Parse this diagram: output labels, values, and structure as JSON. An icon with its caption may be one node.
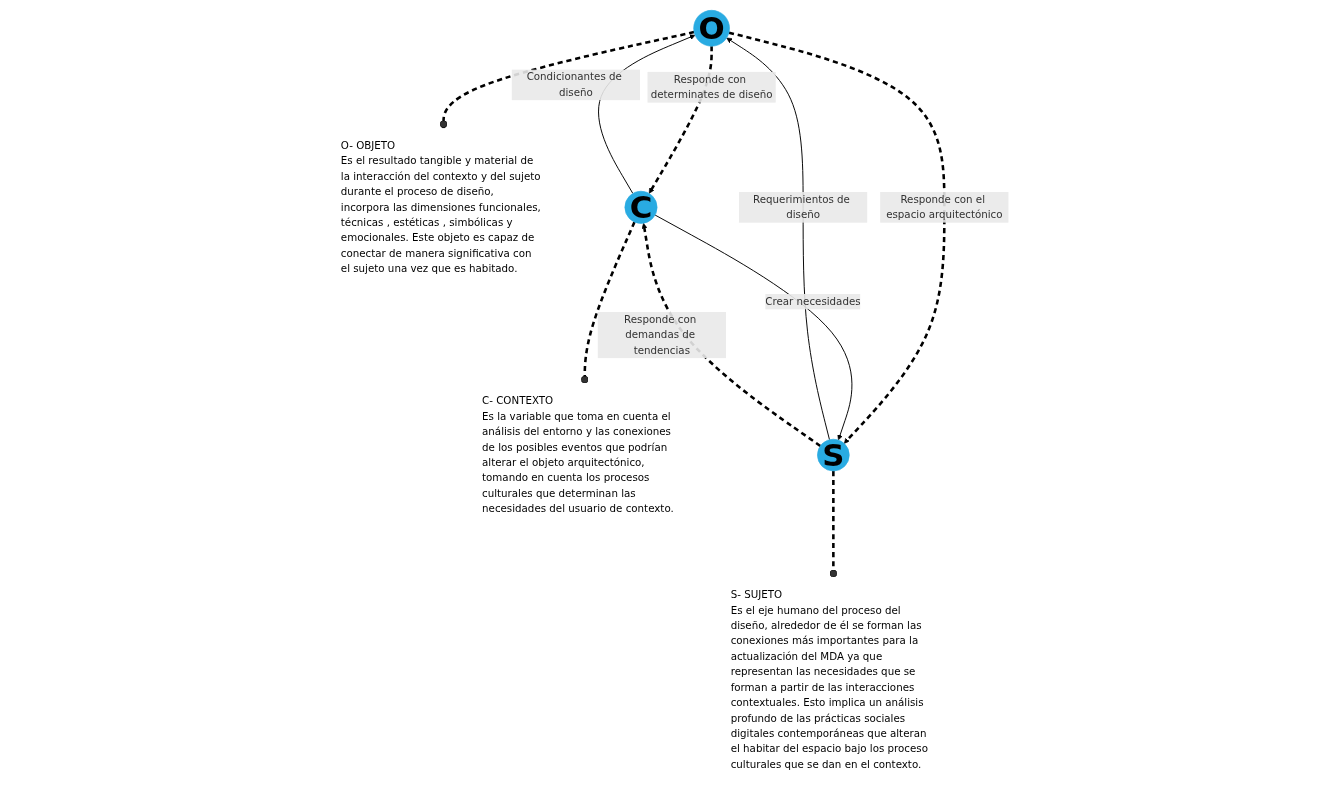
{
  "diagram": {
    "nodes": [
      {
        "text": [
          "O"
        ]
      },
      {
        "text": [
          "O- OBJETO",
          "Es el resultado tangible y material de la interacción del contexto y del sujeto durante el proceso de diseño, incorpora las dimensiones funcionales, técnicas , estéticas , simbólicas y emocionales. Este objeto es capaz de conectar de manera significativa con el sujeto una vez que es habitado."
        ]
      },
      {
        "text": [
          "C"
        ]
      },
      {
        "text": [
          "C- CONTEXTO",
          "Es la variable que toma en cuenta el análisis del entorno y las conexiones de los posibles eventos que podrían alterar el objeto arquitectónico, tomando en cuenta los procesos culturales que determinan las necesidades del usuario de contexto."
        ]
      },
      {
        "text": [
          "S"
        ]
      },
      {
        "text": [
          "S- SUJETO",
          "Es el eje humano del proceso del diseño, alrededor de él se forman las conexiones más importantes para la actualización del MDA ya que representan las necesidades que se forman a partir de las interacciones contextuales. Esto implica un análisis profundo de las prácticas sociales digitales contemporáneas que alteran el habitar del espacio bajo los proceso culturales que se dan en el contexto."
        ]
      }
    ],
    "edges": [
      {
        "from": 2,
        "to": 0,
        "arrow": "to",
        "label": "Condicionantes de diseño"
      },
      {
        "from": 4,
        "to": 0,
        "arrow": "to",
        "label": "Requerimientos de diseño"
      },
      {
        "from": 0,
        "to": 2,
        "arrow": "to",
        "style": "dashed",
        "label": "Responde con determinates de diseño"
      },
      {
        "from": 0,
        "to": 4,
        "arrow": "to",
        "style": "dashed",
        "label": "Responde con el espacio arquitectónico"
      },
      {
        "from": 4,
        "to": 2,
        "arrow": "to",
        "style": "dashed",
        "label": "Responde con demandas de tendencias"
      },
      {
        "from": 2,
        "to": 4,
        "arrow": "to",
        "label": "Crear necesidades"
      },
      {
        "from": 0,
        "to": 1,
        "arrow": "other",
        "style": "dashed"
      },
      {
        "from": 2,
        "to": 3,
        "arrow": "other",
        "style": "dashed"
      },
      {
        "from": 4,
        "to": 5,
        "arrow": "other",
        "style": "dashed"
      }
    ]
  }
}
